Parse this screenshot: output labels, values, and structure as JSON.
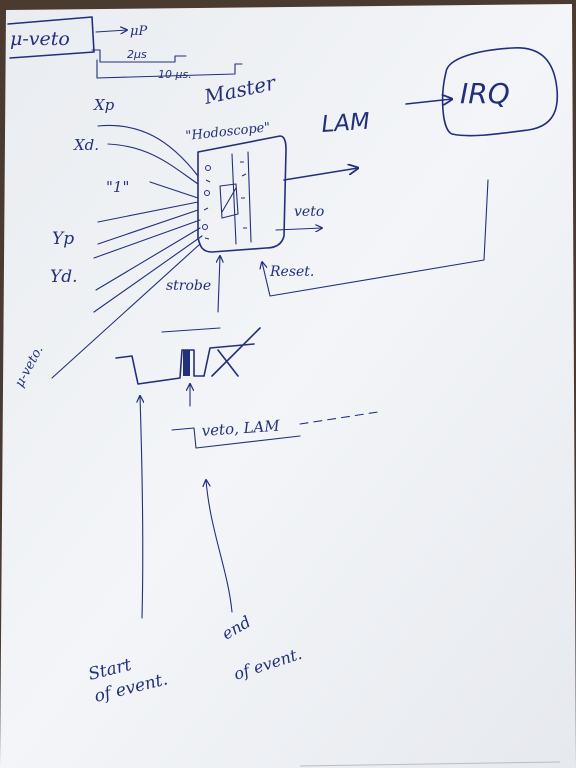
{
  "labels": {
    "mu_veto_box": "μ-veto",
    "mp": "μP",
    "two_us": "2μs",
    "ten_us": "10 μs.",
    "master": "Master",
    "lam": "LAM",
    "irq": "IRQ",
    "hodoscope": "\"Hodoscope\"",
    "xp": "Xp",
    "xd": "Xd.",
    "one": "\"1\"",
    "yp": "Yp",
    "yd": "Yd.",
    "mu_veto_in": "μ-veto.",
    "veto_out": "veto",
    "reset": "Reset.",
    "strobe": "strobe",
    "veto_lam": "veto, LAM",
    "start_line1": "Start",
    "start_line2": "of event.",
    "end_line1": "end",
    "end_line2": "of event."
  },
  "colors": {
    "paper": "#f1f3f6",
    "ink": "#22307a",
    "background": "#4a3a30"
  }
}
